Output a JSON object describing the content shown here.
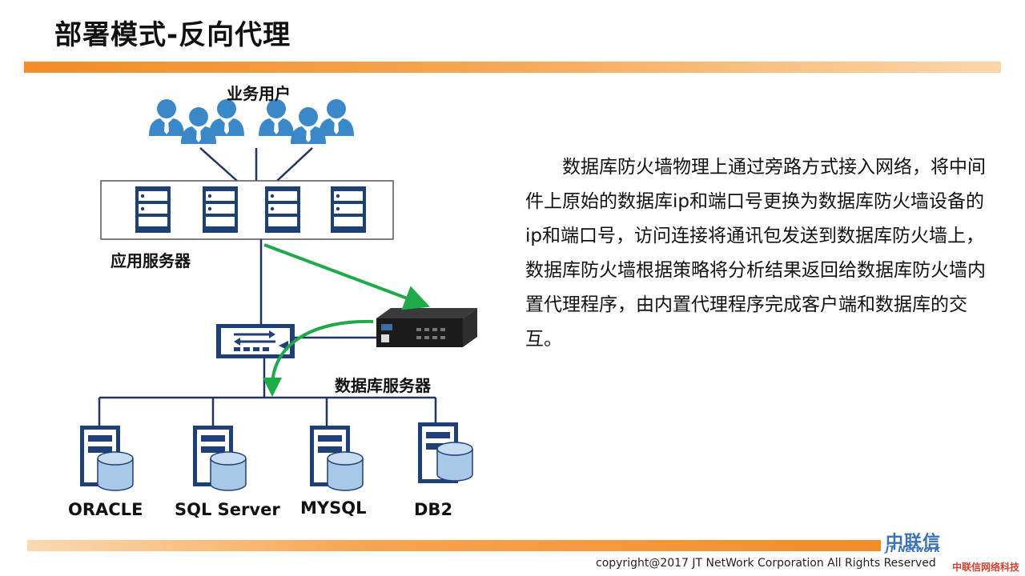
{
  "slide": {
    "title": "部署模式-反向代理",
    "description": "数据库防火墙物理上通过旁路方式接入网络，将中间件上原始的数据库ip和端口号更换为数据库防火墙设备的ip和端口号，访问连接将通讯包发送到数据库防火墙上，数据库防火墙根据策略将分析结果返回给数据库防火墙内置代理程序，由内置代理程序完成客户端和数据库的交互。",
    "copyright": "copyright@2017  JT NetWork Corporation All Rights Reserved",
    "logo": {
      "name": "中联信",
      "sub": "JT Network"
    },
    "watermark": "中联信网络科技"
  },
  "diagram": {
    "users_label": "业务用户",
    "app_servers_label": "应用服务器",
    "db_servers_label": "数据库服务器",
    "databases": [
      "ORACLE",
      "SQL Server",
      "MYSQL",
      "DB2"
    ]
  },
  "colors": {
    "accent_orange": "#f28c28",
    "icon_blue": "#3a88c8",
    "server_navy": "#1f3f77",
    "db_blue": "#a8c8e8",
    "arrow_green": "#1faa4a",
    "line_navy": "#1f3560"
  }
}
